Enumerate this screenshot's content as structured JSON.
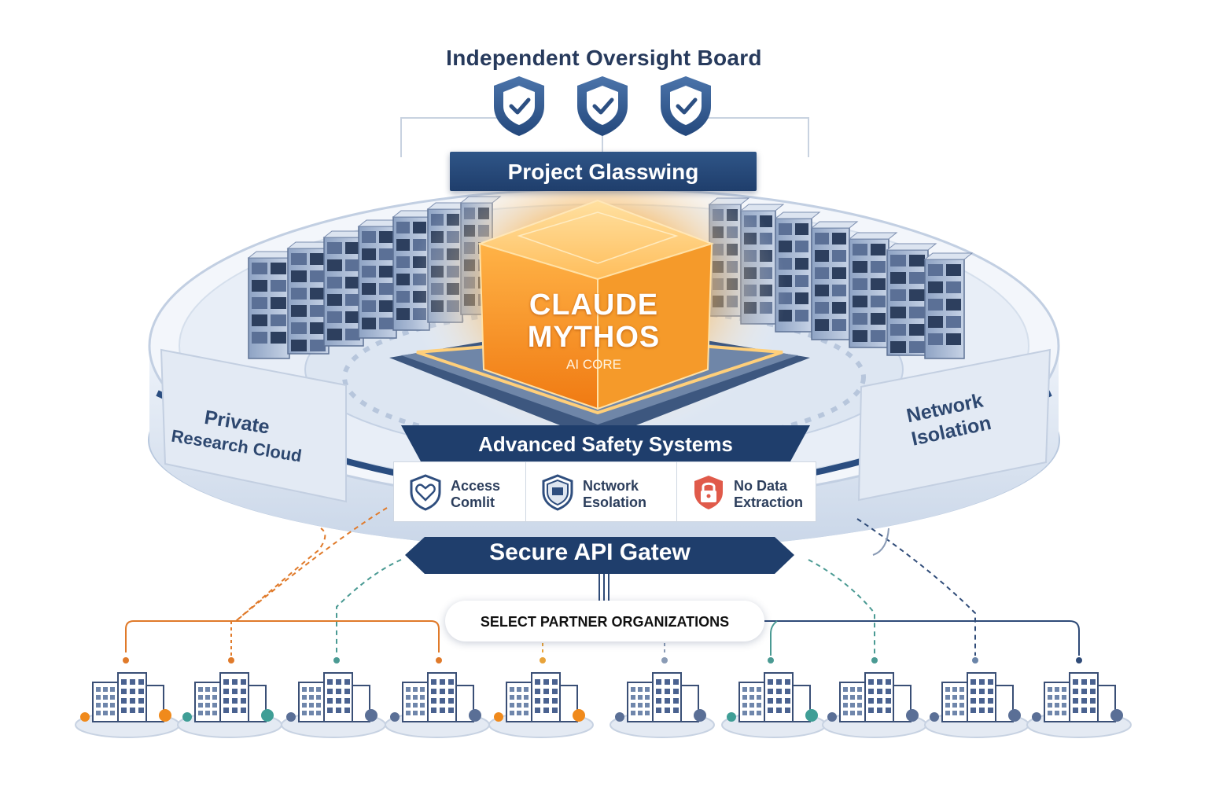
{
  "oversight": {
    "title": "Independent Oversight Board",
    "shield_count": 3,
    "shield_icon": "shield-check-icon"
  },
  "project": {
    "title": "Project Glasswing"
  },
  "core": {
    "name_line1": "CLAUDE",
    "name_line2": "MYTHOS",
    "subtitle": "AI CORE"
  },
  "left_zone": {
    "line1": "Private",
    "line2": "Research Cloud"
  },
  "right_zone": {
    "line1": "Network",
    "line2": "Isolation"
  },
  "safety": {
    "title": "Advanced Safety Systems",
    "features": [
      {
        "line1": "Access",
        "line2": "Comlit",
        "icon": "shield-heart-icon"
      },
      {
        "line1": "Nctwork",
        "line2": "Esolation",
        "icon": "shield-network-icon"
      },
      {
        "line1": "No Data",
        "line2": "Extraction",
        "icon": "padlock-icon"
      }
    ]
  },
  "gateway": {
    "title": "Secure API Gatew"
  },
  "partners": {
    "label": "SELECT PARTNER ORGANIZATIONS",
    "building_count": 10
  },
  "colors": {
    "navy": "#1f3e6c",
    "orange": "#f08a1c",
    "teal": "#3f9e96",
    "line_orange": "#e07a2a",
    "line_teal": "#4a9a93",
    "line_navy": "#2f4b78"
  }
}
